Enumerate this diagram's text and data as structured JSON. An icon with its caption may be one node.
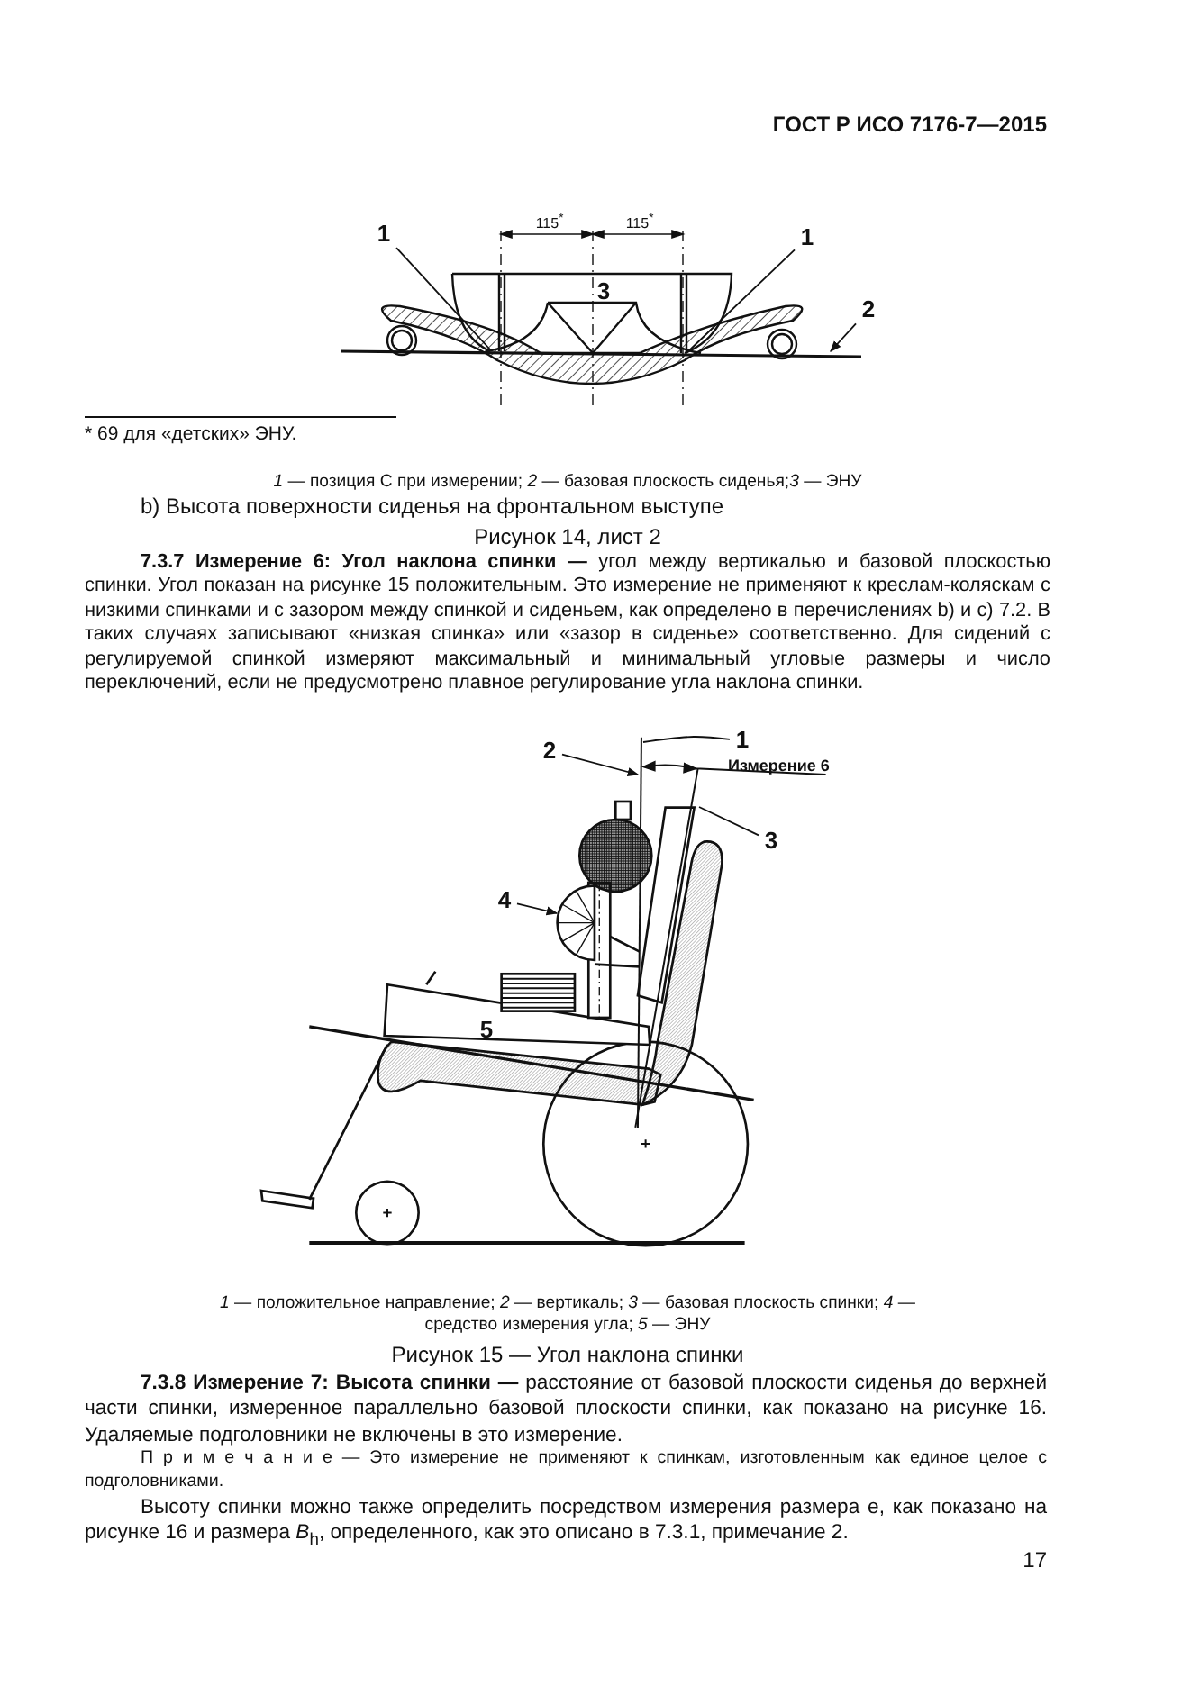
{
  "diagram": {
    "nodes": [
      {
        "text": [
          "1"
        ]
      },
      {
        "text": [
          "1"
        ]
      },
      {
        "text": [
          "2"
        ]
      },
      {
        "text": [
          "1"
        ]
      },
      {
        "text": [
          "2"
        ]
      },
      {
        "text": [
          "3"
        ]
      },
      {
        "text": [
          "4"
        ]
      }
    ],
    "edges": [
      {
        "from": 0,
        "to": null,
        "arrow": "none"
      },
      {
        "from": 1,
        "to": null,
        "arrow": "none"
      },
      {
        "from": 2,
        "to": null,
        "arrow": "to"
      },
      {
        "from": 3,
        "to": null,
        "arrow": "none"
      },
      {
        "from": 4,
        "to": null,
        "arrow": "to"
      },
      {
        "from": 5,
        "to": null,
        "arrow": "none"
      },
      {
        "from": 6,
        "to": null,
        "arrow": "to"
      }
    ],
    "labels": [
      "ГОСТ Р ИСО 7176-7—2015",
      "115$^{*}$",
      "115$^{*}$",
      "3",
      "* 69 для «детских» ЭНУ.",
      "*1* — позиция С при измерении; *2* — базовая плоскость сиденья;*3* — ЭНУ",
      "b) Высота поверхности сиденья на фронтальном выступе",
      "Рисунок 14, лист 2",
      "**7.3.7 Измерение 6: Угол наклона спинки —** угол между вертикалью и базовой плоскостью спинки. Угол показан на рисунке 15 положительным. Это измерение не применяют к креслам-коляскам с низкими спинками и с зазором между спинкой и сиденьем, как определено в перечислениях b) и c) 7.2. В таких случаях записывают «низкая спинка» или «зазор в сиденье» соответственно. Для сидений с регулируемой спинкой измеряют максимальный и минимальный угловые размеры и число переключений, если не предусмотрено плавное регулирование угла наклона спинки.",
      "Измерение 6",
      "5",
      "*1* — положительное направление; *2* — вертикаль; *3* — базовая плоскость спинки; *4* — средство измерения угла; *5* — ЭНУ",
      "Рисунок 15 — Угол наклона спинки",
      "**7.3.8 Измерение 7: Высота спинки —** расстояние от базовой плоскости сиденья до верхней части спинки, измеренное параллельно базовой плоскости спинки, как показано на рисунке 16. Удаляемые подголовники не включены в это измерение.",
      "П р и м е ч а н и е — Это измерение не применяют к спинкам, изготовленным как единое целое с подголовниками.",
      "Высоту спинки можно также определить посредством измерения размера е, как показано на рисунке 16 и размера *B*$_{h}$, определенного, как это описано в 7.3.1, примечание 2.",
      "17"
    ]
  }
}
